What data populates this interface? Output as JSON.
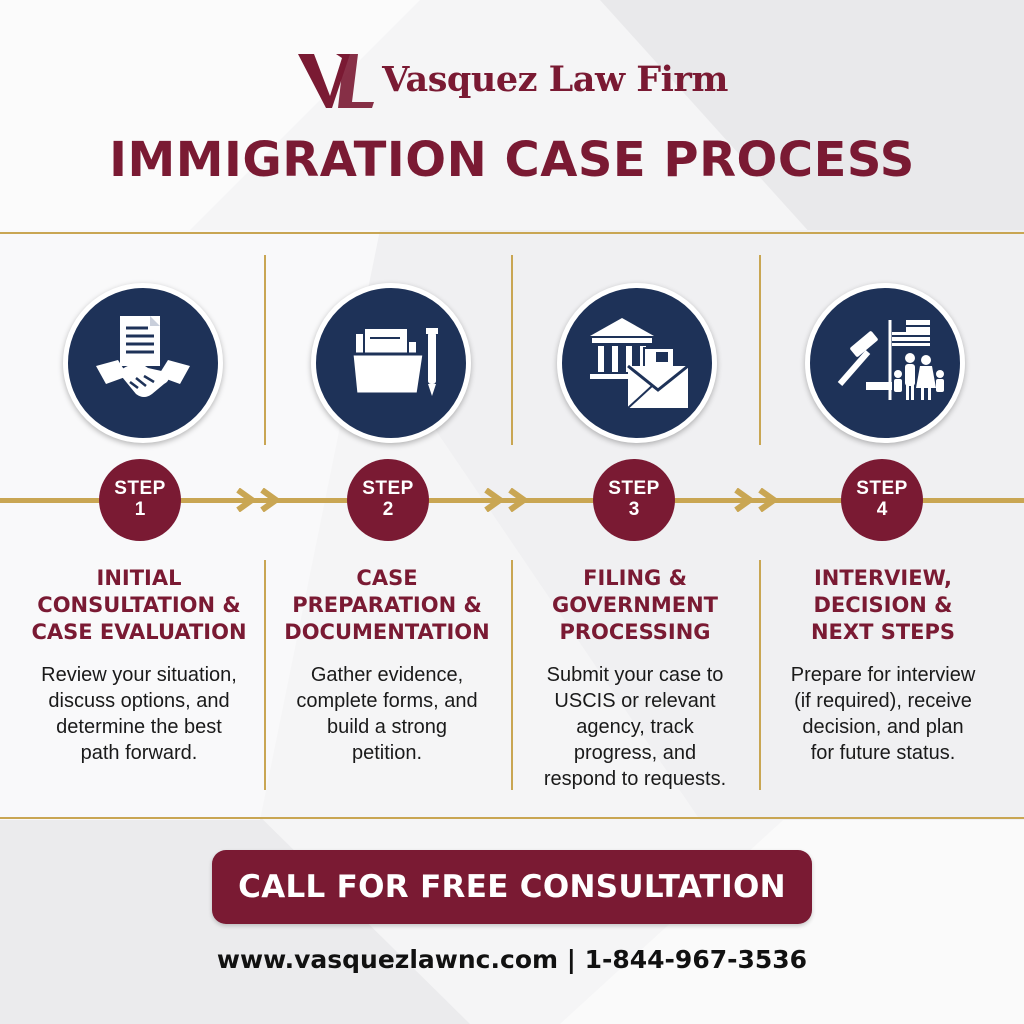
{
  "brand": {
    "logo_monogram": "VL",
    "name": "Vasquez Law Firm",
    "primary_color": "#7a1a33",
    "navy_color": "#1e3258",
    "gold_color": "#c9a653"
  },
  "title": "IMMIGRATION CASE PROCESS",
  "steps": [
    {
      "badge_word": "STEP",
      "number": "1",
      "icon": "document-handshake-icon",
      "title": "INITIAL\nCONSULTATION &\nCASE EVALUATION",
      "description": "Review your situation,\ndiscuss options, and\ndetermine the best\npath forward."
    },
    {
      "badge_word": "STEP",
      "number": "2",
      "icon": "folder-pen-icon",
      "title": "CASE\nPREPARATION &\nDOCUMENTATION",
      "description": "Gather evidence,\ncomplete forms, and\nbuild a strong\npetition."
    },
    {
      "badge_word": "STEP",
      "number": "3",
      "icon": "government-building-mail-icon",
      "title": "FILING &\nGOVERNMENT\nPROCESSING",
      "description": "Submit your case to\nUSCIS or relevant\nagency, track\nprogress, and\nrespond to requests."
    },
    {
      "badge_word": "STEP",
      "number": "4",
      "icon": "gavel-flag-family-icon",
      "title": "INTERVIEW,\nDECISION &\nNEXT STEPS",
      "description": "Prepare for interview\n(if required), receive\ndecision, and plan\nfor future status."
    }
  ],
  "cta": {
    "label": "CALL FOR FREE CONSULTATION"
  },
  "contact": {
    "line": "www.vasquezlawnc.com | 1-844-967-3536"
  }
}
